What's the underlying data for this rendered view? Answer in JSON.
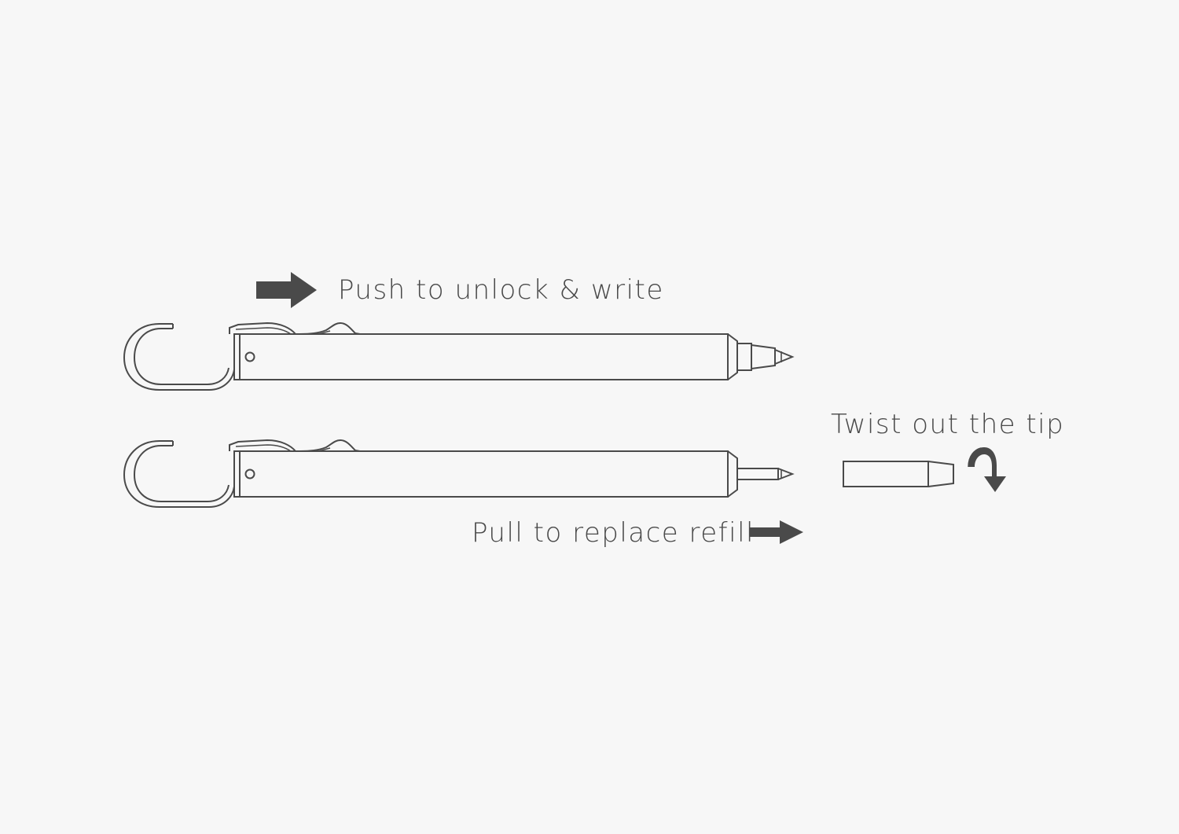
{
  "labels": {
    "push": "Push to unlock & write",
    "twist": "Twist out the tip",
    "pull": "Pull to replace refill"
  },
  "icons": {
    "push_arrow": "right-arrow-icon",
    "pull_arrow": "right-arrow-icon",
    "twist_arrow": "curved-down-arrow-icon"
  },
  "colors": {
    "background": "#f7f7f7",
    "stroke": "#4a4a4a",
    "arrow": "#4a4a4a",
    "text": "#4a4a4a"
  }
}
